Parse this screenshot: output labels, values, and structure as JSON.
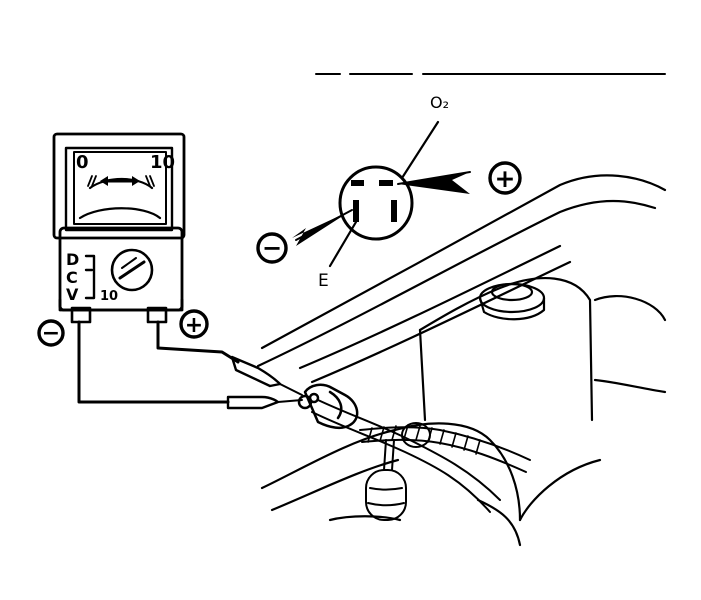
{
  "meter": {
    "scale_min": "0",
    "scale_max": "10",
    "mode_label": [
      "D",
      "C",
      "V"
    ],
    "range_label": "10"
  },
  "connector": {
    "o2_label": "O₂",
    "e_label": "E"
  },
  "probes": {
    "negative_symbol": "−",
    "positive_symbol": "+"
  },
  "colors": {
    "ink": "#000000",
    "background": "#ffffff"
  }
}
